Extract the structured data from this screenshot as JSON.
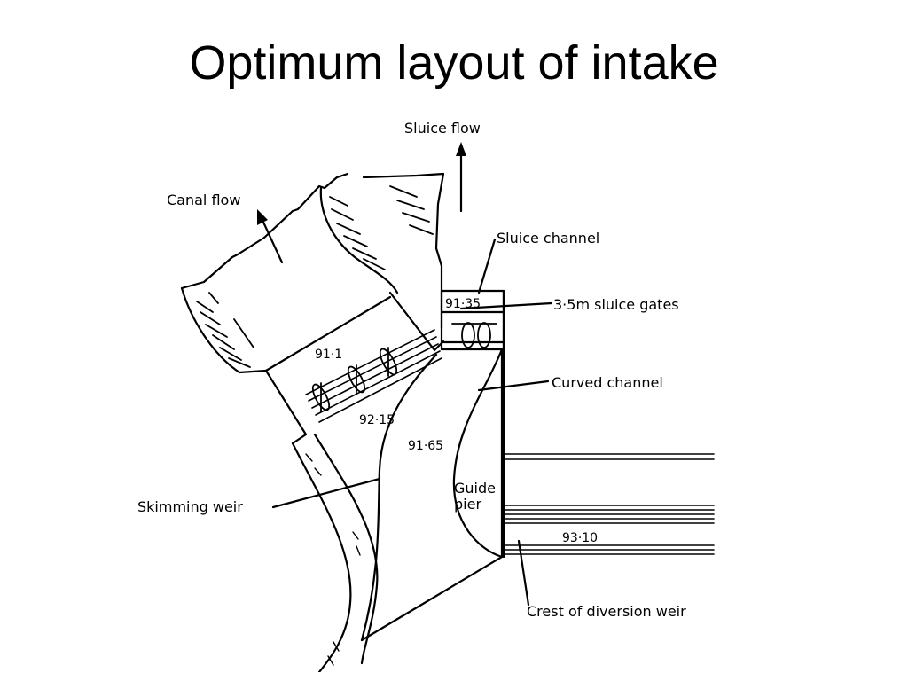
{
  "title": "Optimum layout of intake",
  "diagram": {
    "labels": {
      "sluice_flow": "Sluice flow",
      "canal_flow": "Canal flow",
      "sluice_channel": "Sluice channel",
      "sluice_gates": "3·5m sluice gates",
      "curved_channel": "Curved channel",
      "guide_pier_line1": "Guide",
      "guide_pier_line2": "pier",
      "skimming_weir": "Skimming weir",
      "crest_of_diversion_weir": "Crest of diversion weir"
    },
    "levels": {
      "sluice_gate_level": "91·35",
      "canal_floor_level": "91·1",
      "skimming_weir_level": "92·15",
      "curved_channel_level": "91·65",
      "diversion_weir_crest_level": "93·10"
    }
  }
}
